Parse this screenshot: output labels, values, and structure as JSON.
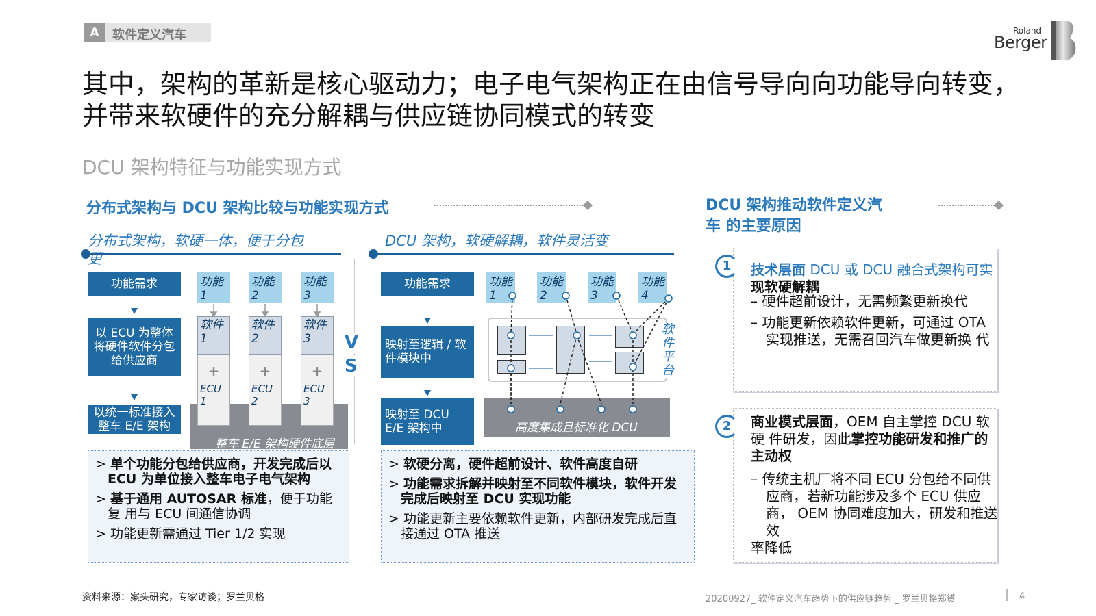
{
  "header": {
    "section_letter": "A",
    "section_label": "软件定义汽车",
    "logo_small": "Roland",
    "logo_large": "Berger"
  },
  "title_line1": "其中，架构的革新是核心驱动力；电子电气架构正在由信号导向向功能导向转变，",
  "title_line2": " 并带来软硬件的充分解耦与供应链协同模式的转变",
  "subtitle": "DCU 架构特征与功能实现方式",
  "left_section": {
    "heading": "分布式架构与 DCU 架构比较与功能实现方式",
    "distributed": {
      "caption": "分布式架构，软硬一体，便于分包",
      "caption_wrap": "更",
      "box_need": "功能需求",
      "box_ecu_whole": "以 ECU 为整体将硬件软件分包给供应商",
      "box_access": "以统一标准接入整车 E/E 架构",
      "functions": [
        "功能 1",
        "功能 2",
        "功能 3"
      ],
      "software": [
        "软件 1",
        "软件 2",
        "软件 3"
      ],
      "ecus": [
        "ECU 1",
        "ECU 2",
        "ECU 3"
      ],
      "plus": "+",
      "base_label": "整车 E/E 架构硬件底层"
    },
    "vs_v": "V",
    "vs_s": "S",
    "dcu": {
      "caption": "DCU 架构，软硬解耦，软件灵活变",
      "box_need": "功能需求",
      "box_map_logic": "映射至逻辑 / 软件模块中",
      "box_map_ee": "映射至 DCU E/E 架构中",
      "functions": [
        "功能 1",
        "功能 2",
        "功能 3",
        "功能 4"
      ],
      "platform": "软件平台",
      "base_label": "高度集成且标准化 DCU"
    },
    "notes_left": [
      {
        "bold": "单个功能分包给供应商，开发完成后以 ECU 为单位接入整车电子电气架构",
        "rest": ""
      },
      {
        "bold": "基于通用 AUTOSAR 标准",
        "rest": "，便于功能复 用与 ECU 间通信协调"
      },
      {
        "bold": "",
        "rest": "功能更新需通过 Tier 1/2 实现"
      }
    ],
    "notes_right": [
      {
        "bold": "软硬分离，硬件超前设计、软件高度自研",
        "rest": ""
      },
      {
        "bold": "功能需求拆解并映射至不同软件模块，软件开发完成后映射至 DCU 实现功能",
        "rest": ""
      },
      {
        "bold": "",
        "rest": "功能更新主要依赖软件更新，内部研发完成后直接通过 OTA 推送"
      }
    ],
    "bullet": ">"
  },
  "right_section": {
    "heading_line1": "DCU 架构推动软件定义汽",
    "heading_line2": "车 的主要原因",
    "reason1": {
      "num": "1",
      "head_bold": "技术层面",
      "head_rest": "DCU 或 DCU 融合式架构可实",
      "head_line2": "现软硬解耦",
      "items": [
        "硬件超前设计，无需频繁更新换代",
        "功能更新依赖软件更新，可通过 OTA 实现推送，无需召回汽车做更新换 代"
      ]
    },
    "reason2": {
      "num": "2",
      "head_bold": "商业模式层面",
      "head_rest": "，OEM 自主掌控 DCU 软硬 件研发，因此",
      "head_bold2": "掌控功能研发和推广的 主动权",
      "items": [
        "传统主机厂将不同 ECU 分包给不同供应商，若新功能涉及多个 ECU 供应商， OEM 协同难度加大，研发和推送效"
      ],
      "tail": "率降低"
    },
    "dash": "–"
  },
  "footer": {
    "source": "资料来源：案头研究，专家访谈；罗兰贝格",
    "doc": "20200927_ 软件定义汽车趋势下的供应链趋势 _ 罗兰贝格郑赟",
    "page": "4"
  }
}
